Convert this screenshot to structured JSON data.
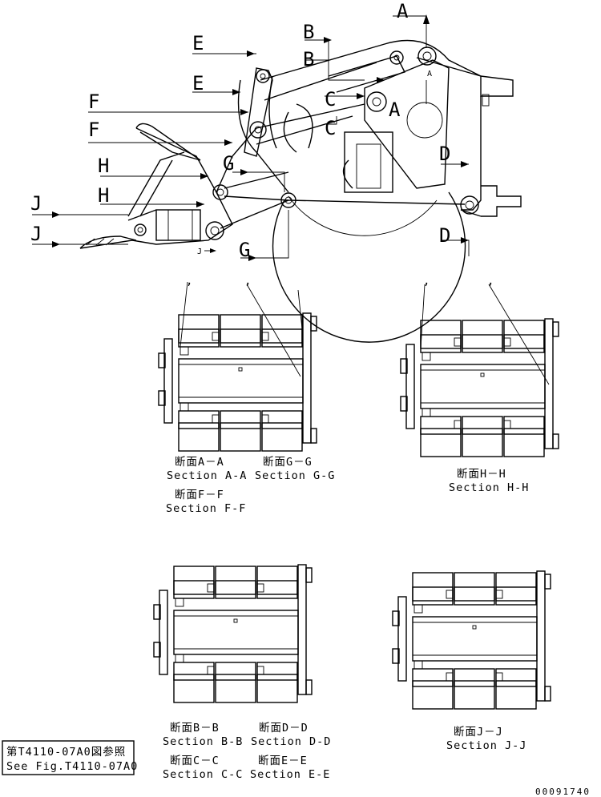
{
  "markers": {
    "A": "A",
    "B": "B",
    "C": "C",
    "D": "D",
    "E": "E",
    "F": "F",
    "G": "G",
    "H": "H",
    "J": "J",
    "small_a": "A",
    "small_j": "J"
  },
  "captions": {
    "aa_jp": "断面A－A",
    "aa_en": "Section A-A",
    "gg_jp": "断面G－G",
    "gg_en": "Section G-G",
    "ff_jp": "断面F－F",
    "ff_en": "Section F-F",
    "hh_jp": "断面H－H",
    "hh_en": "Section H-H",
    "bb_jp": "断面B－B",
    "bb_en": "Section B-B",
    "dd_jp": "断面D－D",
    "dd_en": "Section D-D",
    "cc_jp": "断面C－C",
    "cc_en": "Section C-C",
    "ee_jp": "断面E－E",
    "ee_en": "Section E-E",
    "jj_jp": "断面J－J",
    "jj_en": "Section J-J"
  },
  "reference_box": {
    "line1": "第T4110-07A0図参照",
    "line2": "See Fig.T4110-07A0"
  },
  "drawing_number": "00091740"
}
